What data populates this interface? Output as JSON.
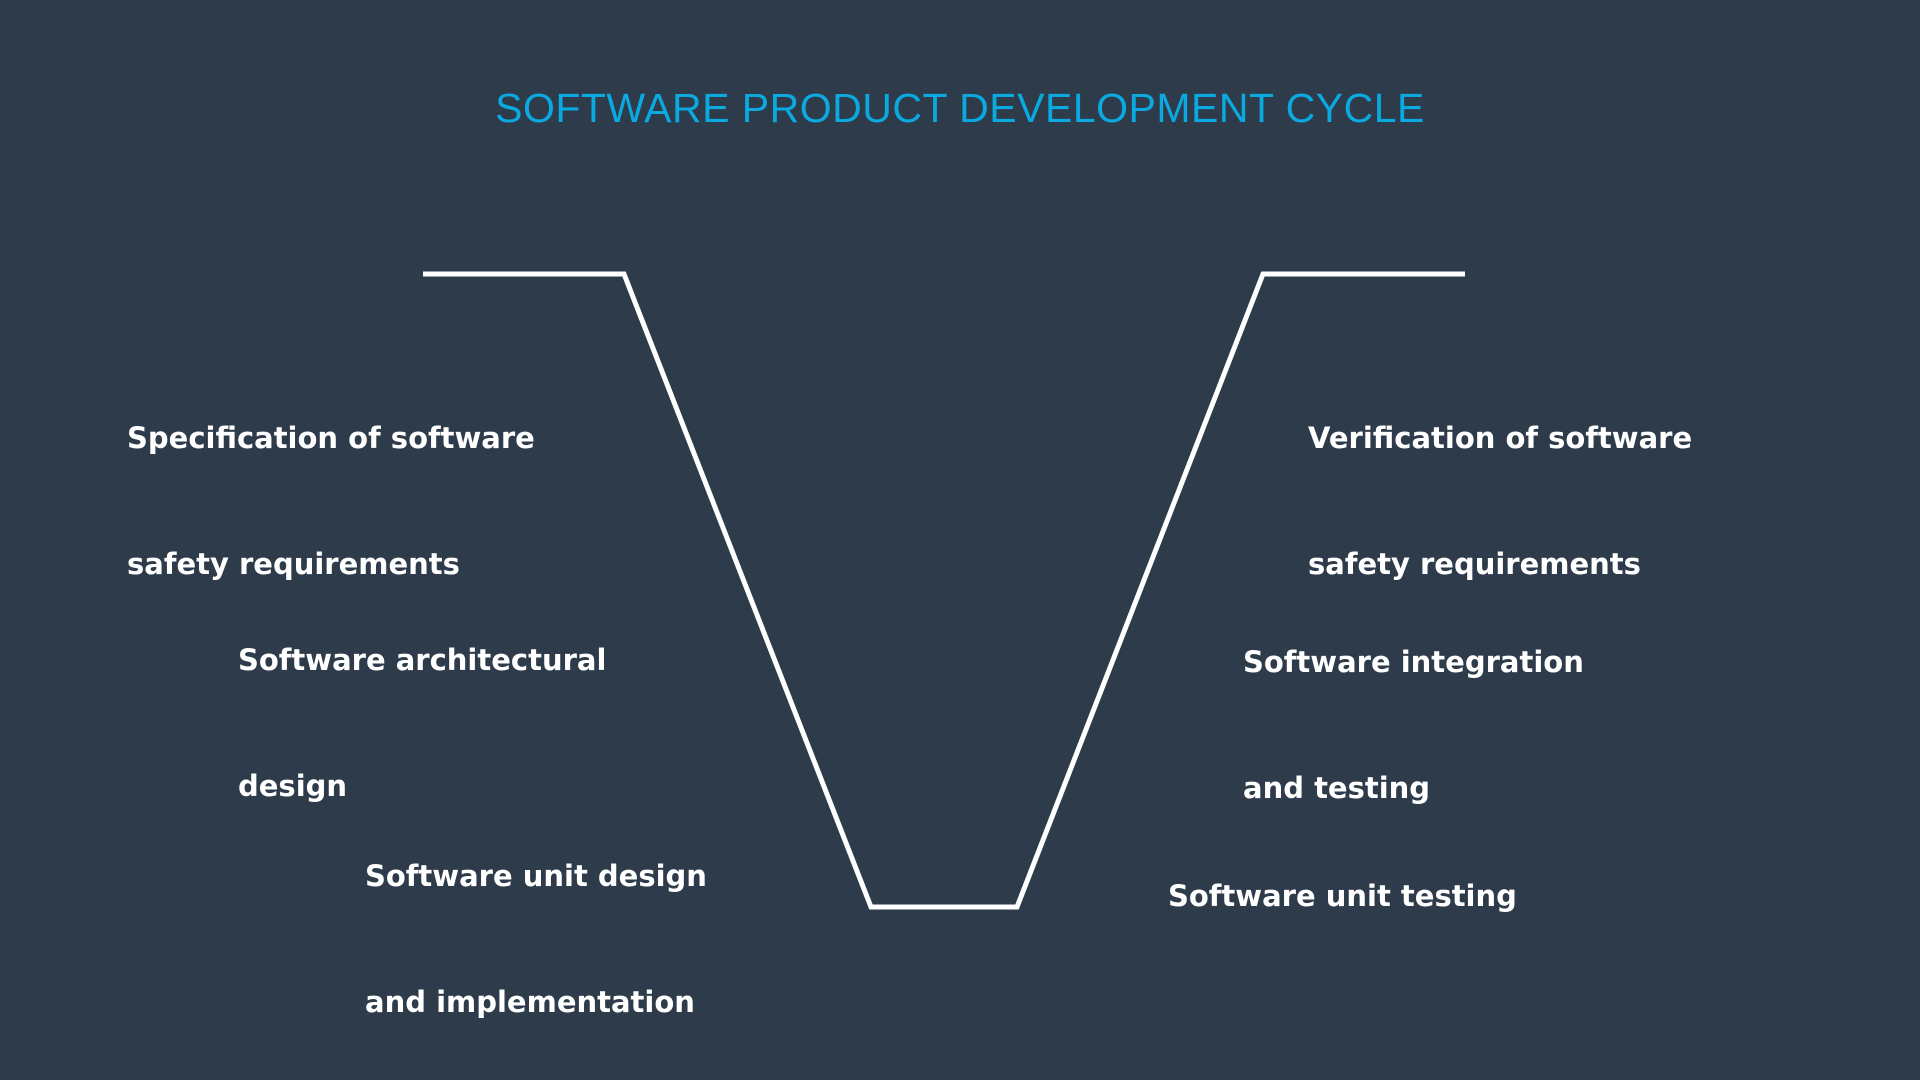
{
  "title": "SOFTWARE PRODUCT DEVELOPMENT CYCLE",
  "colors": {
    "background": "#2e3b4a",
    "title": "#0aa9e0",
    "line": "#ffffff",
    "label": "#ffffff"
  },
  "left_branch": [
    {
      "line1": "Specification of software",
      "line2": "safety requirements"
    },
    {
      "line1": "Software architectural",
      "line2": "design"
    },
    {
      "line1": "Software unit design",
      "line2": "and implementation"
    }
  ],
  "right_branch": [
    {
      "line1": "Verification of software",
      "line2": "safety requirements"
    },
    {
      "line1": "Software integration",
      "line2": "and testing"
    },
    {
      "line1": "Software unit testing",
      "line2": ""
    }
  ]
}
